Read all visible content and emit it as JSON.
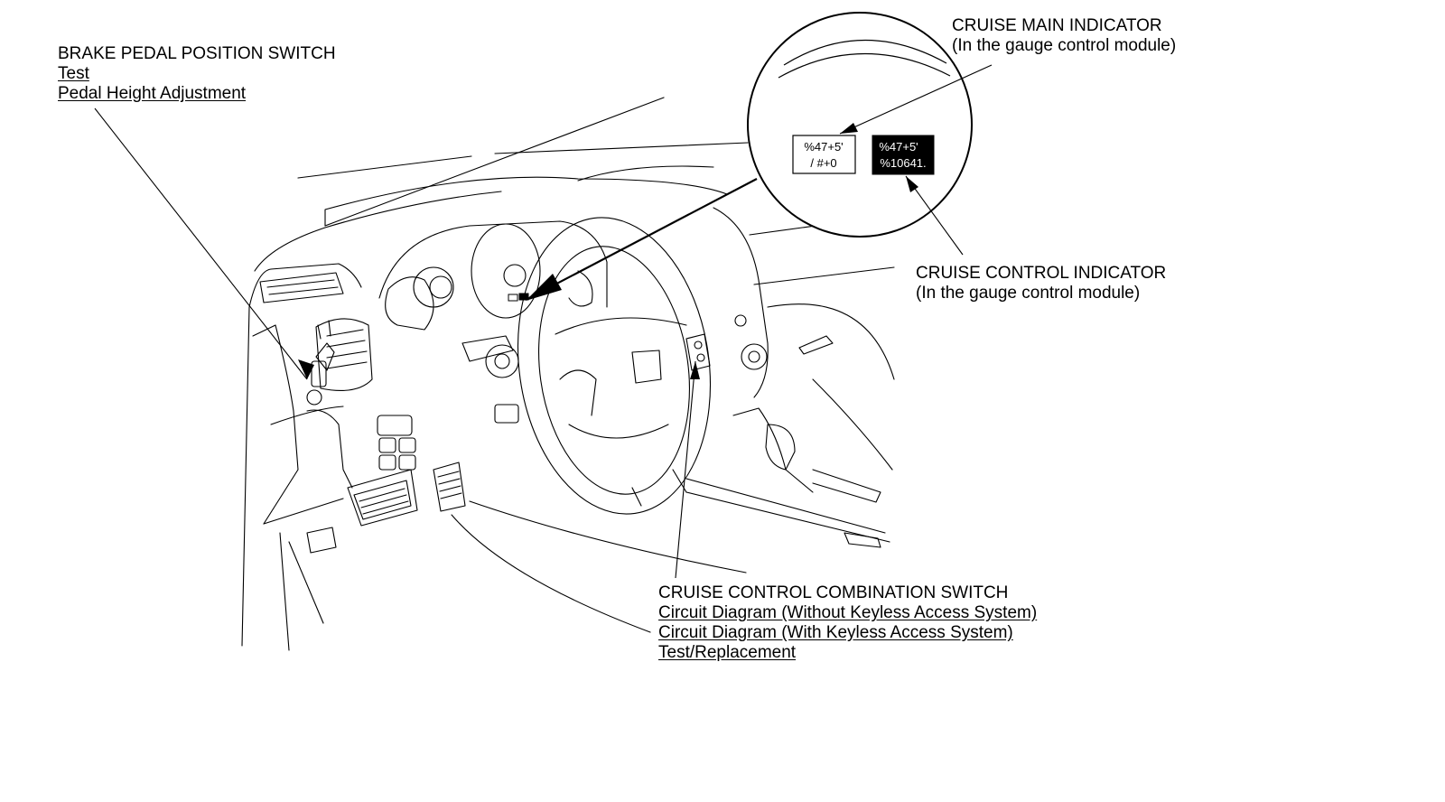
{
  "callouts": {
    "brake_switch": {
      "heading": "BRAKE PEDAL POSITION SWITCH",
      "links": [
        "Test",
        "Pedal Height Adjustment"
      ]
    },
    "main_indicator": {
      "heading": "CRUISE MAIN INDICATOR",
      "sub": "(In the gauge control module)"
    },
    "control_indicator": {
      "heading": "CRUISE CONTROL INDICATOR",
      "sub": "(In the gauge control module)"
    },
    "combination_switch": {
      "heading": "CRUISE CONTROL COMBINATION SWITCH",
      "links": [
        "Circuit Diagram (Without Keyless Access System)",
        "Circuit Diagram (With Keyless Access System)",
        "Test/Replacement"
      ]
    }
  },
  "indicators": {
    "main": {
      "line1": "%47+5'",
      "line2": "/ #+0",
      "style": "outlined"
    },
    "control": {
      "line1": "%47+5'",
      "line2": "%10641.",
      "style": "filled"
    }
  },
  "colors": {
    "line": "#000000",
    "background": "#ffffff",
    "indicator_fill": "#000000"
  }
}
